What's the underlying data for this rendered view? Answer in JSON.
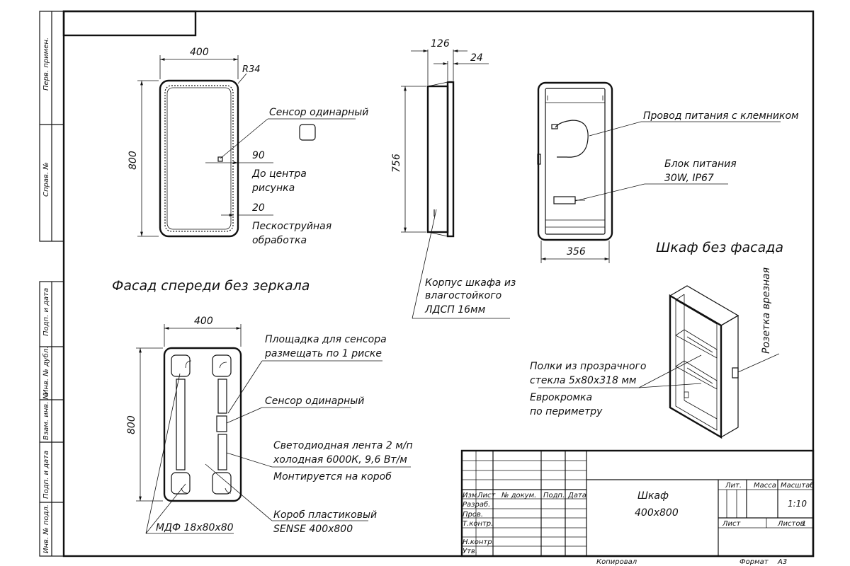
{
  "stamp": {
    "perv_primen": "Перв. примен.",
    "sprav_no": "Справ. №",
    "podp_data_1": "Подп. и дата",
    "inv_dubl": "Инв. № дубл.",
    "vzam_inv": "Взам. инв. №",
    "podp_data_2": "Подп. и дата",
    "inv_podl": "Инв. № подл."
  },
  "front_view": {
    "width": "400",
    "height": "800",
    "radius": "R34",
    "sensor_label": "Сенсор одинарный",
    "offset_90": "90",
    "center_label_1": "До центра",
    "center_label_2": "рисунка",
    "offset_20": "20",
    "sand_label_1": "Пескоструйная",
    "sand_label_2": "обработка",
    "title": "Фасад спереди без зеркала"
  },
  "side_view": {
    "depth": "126",
    "front_thickness": "24",
    "height": "756",
    "body_label_1": "Корпус шкафа из",
    "body_label_2": "влагостойкого",
    "body_label_3": "ЛДСП 16мм"
  },
  "cabinet_view": {
    "cable_label": "Провод питания с клемником",
    "psu_label_1": "Блок питания",
    "psu_label_2": "30W, IP67",
    "width": "356",
    "title": "Шкаф без фасада"
  },
  "back_view": {
    "width": "400",
    "height": "800",
    "pad_label_1": "Площадка для сенсора",
    "pad_label_2": "размещать по 1 риске",
    "sensor_label": "Сенсор одинарный",
    "led_label_1": "Светодиодная лента 2 м/п",
    "led_label_2": "холодная 6000К, 9,6 Вт/м",
    "led_label_3": "Монтируется на короб",
    "box_label_1": "Короб пластиковый",
    "box_label_2": "SENSE 400x800",
    "mdf_label": "МДФ 18x80x80"
  },
  "iso_view": {
    "shelves_label_1": "Полки из прозрачного",
    "shelves_label_2": "стекла 5x80x318 мм",
    "edge_label_1": "Еврокромка",
    "edge_label_2": "по периметру",
    "socket_label": "Розетка врезная"
  },
  "title_block": {
    "izm": "Изм.",
    "list": "Лист",
    "doc_no": "№ докум.",
    "podp": "Подп.",
    "data": "Дата",
    "razrab": "Разраб.",
    "prov": "Пров.",
    "tkontr": "Т.контр.",
    "nkontr": "Н.контр.",
    "utv": "Утв.",
    "name_1": "Шкаф",
    "name_2": "400x800",
    "lit": "Лит.",
    "massa": "Масса",
    "masshtab": "Масштаб",
    "scale": "1:10",
    "sheet": "Лист",
    "sheets": "Листов",
    "sheets_count": "1",
    "kopiroval": "Копировал",
    "format": "Формат",
    "format_value": "А3"
  }
}
